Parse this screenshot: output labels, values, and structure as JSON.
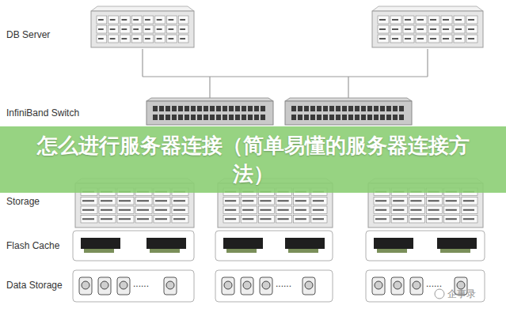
{
  "diagram": {
    "nodes": [
      {
        "text": [
          "怎么进行服务器连接（简单易懂的服务器连接方法）"
        ]
      }
    ],
    "labels": [
      "DB Server",
      "InfiniBand Switch",
      "Storage",
      "Flash Cache",
      "Data Storage",
      "......",
      "......",
      "......",
      "企事录"
    ]
  }
}
